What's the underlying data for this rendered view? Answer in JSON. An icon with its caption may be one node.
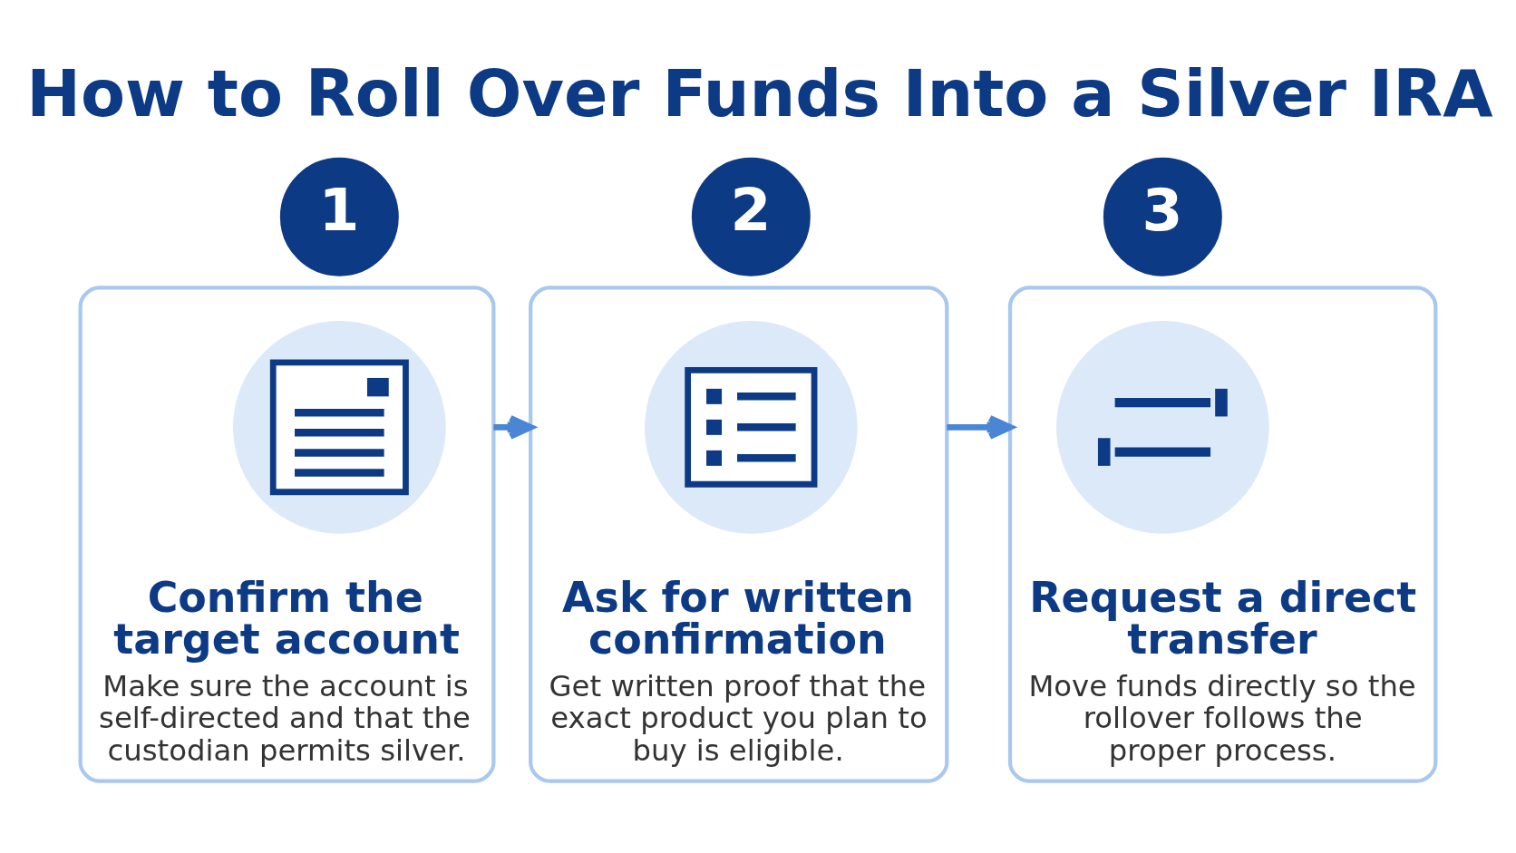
{
  "diagram": {
    "title": "How to Roll Over Funds Into a Silver IRA",
    "nodes": [
      {
        "text": [
          "1"
        ]
      },
      {
        "text": [
          "Confirm the target account",
          "Make sure the account is self-directed and that the custodian permits silver."
        ]
      },
      {
        "text": [],
        "shape": "picture",
        "in": 1
      },
      {
        "text": [
          "2"
        ]
      },
      {
        "text": [
          "Ask for written confirmation",
          "Get written proof that the exact product you plan to buy is eligible."
        ]
      },
      {
        "text": [],
        "shape": "picture",
        "in": 4
      },
      {
        "text": [
          "3"
        ]
      },
      {
        "text": [
          "Request a direct transfer",
          "Move funds directly so the rollover follows the proper process."
        ]
      },
      {
        "text": [],
        "shape": "picture",
        "in": 7
      }
    ],
    "edges": [
      {
        "from": 1,
        "to": 4,
        "arrow": "to"
      },
      {
        "from": 4,
        "to": 7,
        "arrow": "to"
      }
    ]
  }
}
